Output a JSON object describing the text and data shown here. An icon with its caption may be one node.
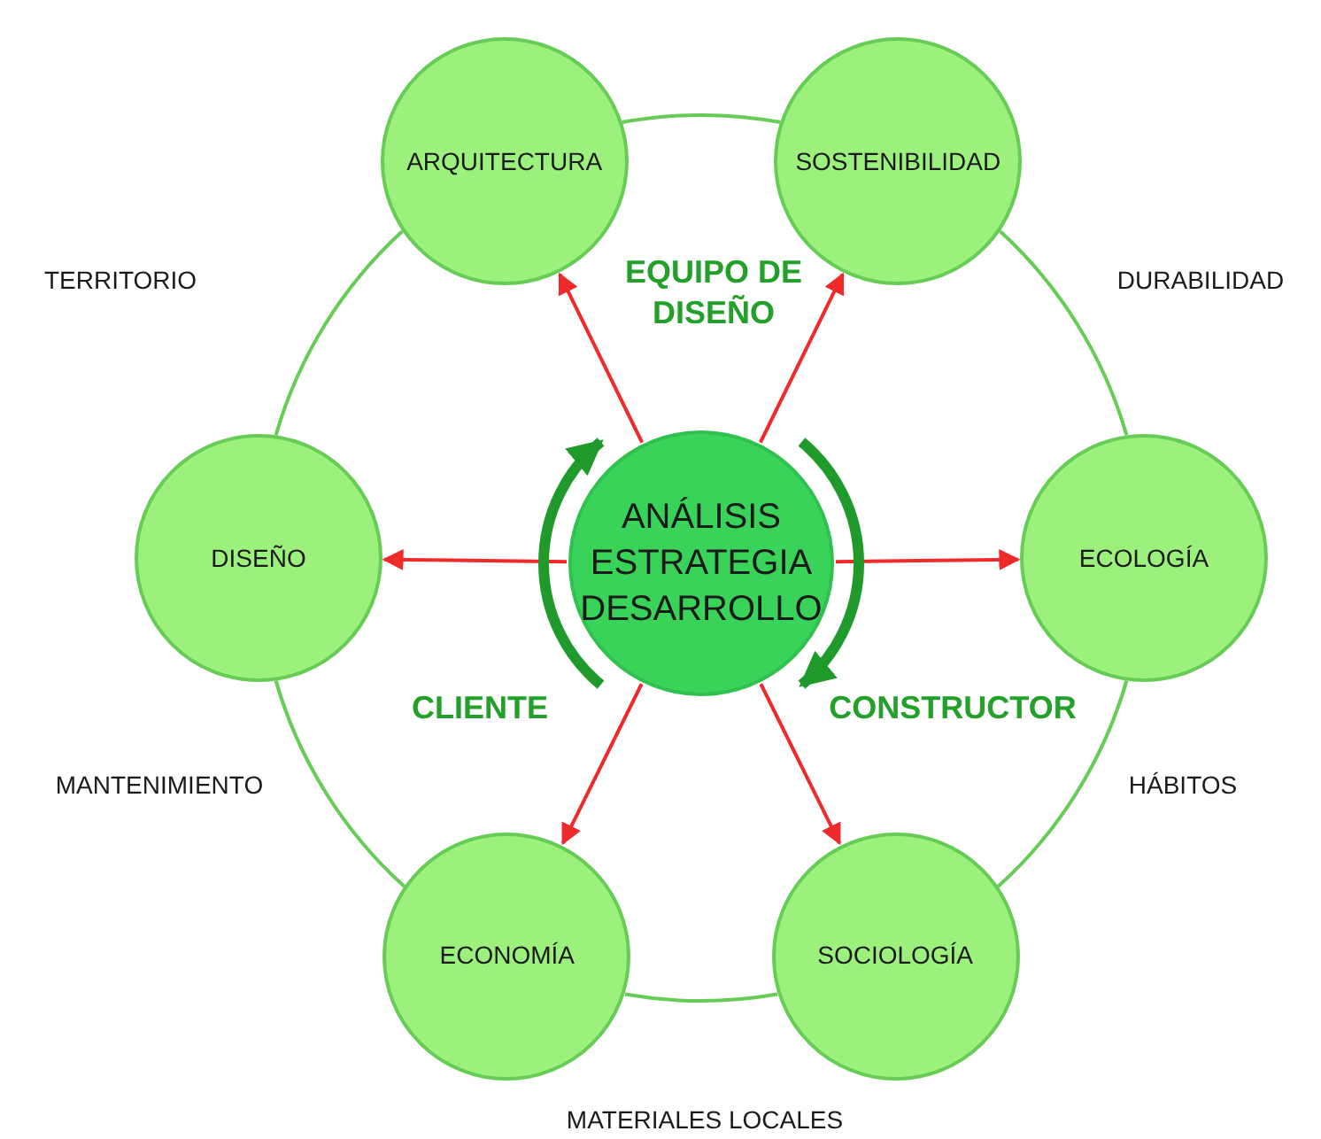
{
  "diagram": {
    "nodes": [
      {
        "text": [
          "ANÁLISIS ESTRATEGIA DESARROLLO"
        ]
      },
      {
        "text": [
          "ARQUITECTURA"
        ]
      },
      {
        "text": [
          "SOSTENIBILIDAD"
        ]
      },
      {
        "text": [
          "DISEÑO"
        ]
      },
      {
        "text": [
          "ECOLOGÍA"
        ]
      },
      {
        "text": [
          "ECONOMÍA"
        ]
      },
      {
        "text": [
          "SOCIOLOGÍA"
        ]
      }
    ],
    "edges": [
      {
        "from": 1,
        "to": 2,
        "arrow": "none"
      },
      {
        "from": 2,
        "to": 4,
        "arrow": "none"
      },
      {
        "from": 4,
        "to": 6,
        "arrow": "none"
      },
      {
        "from": 6,
        "to": 5,
        "arrow": "none"
      },
      {
        "from": 5,
        "to": 3,
        "arrow": "none"
      },
      {
        "from": 3,
        "to": 1,
        "arrow": "none"
      },
      {
        "from": 0,
        "to": 1,
        "arrow": "to",
        "color": "#ee2a2a"
      },
      {
        "from": 0,
        "to": 2,
        "arrow": "to",
        "color": "#ee2a2a"
      },
      {
        "from": 0,
        "to": 3,
        "arrow": "to",
        "color": "#ee2a2a"
      },
      {
        "from": 0,
        "to": 4,
        "arrow": "to",
        "color": "#ee2a2a"
      },
      {
        "from": 0,
        "to": 5,
        "arrow": "to",
        "color": "#ee2a2a"
      },
      {
        "from": 0,
        "to": 6,
        "arrow": "to",
        "color": "#ee2a2a"
      }
    ],
    "labels": [
      "TERRITORIO",
      "EQUIPO DE DISEÑO",
      "DURABILIDAD",
      "CLIENTE",
      "CONSTRUCTOR",
      "MANTENIMIENTO",
      "HÁBITOS",
      "MATERIALES LOCALES"
    ]
  }
}
